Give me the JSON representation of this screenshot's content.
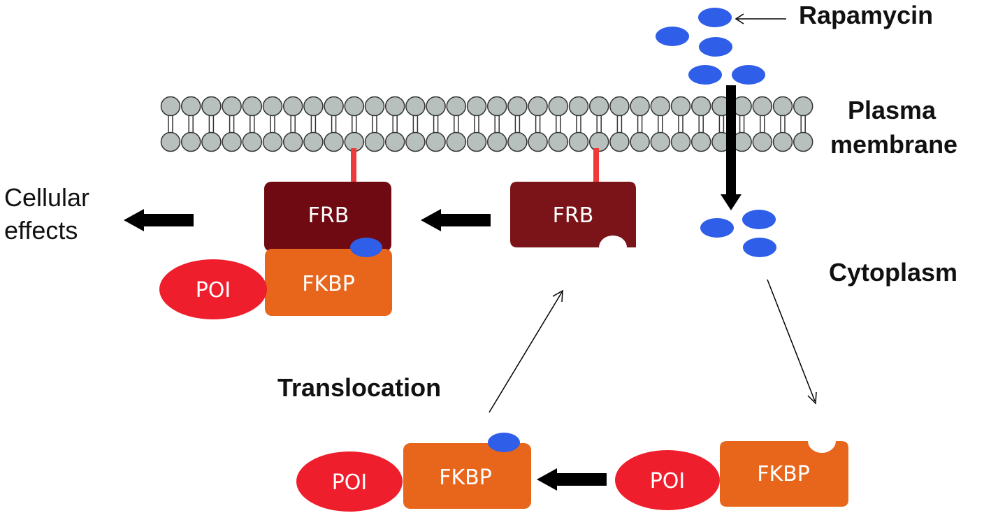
{
  "labels": {
    "rapamycin": "Rapamycin",
    "plasma_line1": "Plasma",
    "plasma_line2": "membrane",
    "cytoplasm": "Cytoplasm",
    "cellular_line1": "Cellular",
    "cellular_line2": "effects",
    "translocation": "Translocation"
  },
  "proteins": {
    "frb": "FRB",
    "fkbp": "FKBP",
    "poi": "POI"
  },
  "colors": {
    "lipid_head": "#b7c0bd",
    "frb_dark": "#6f0a12",
    "frb_mid": "#7b1419",
    "fkbp": "#e8661c",
    "poi": "#ee1e2c",
    "rapamycin": "#2f5ee8",
    "anchor": "#f03a3a",
    "arrow": "#000000"
  }
}
